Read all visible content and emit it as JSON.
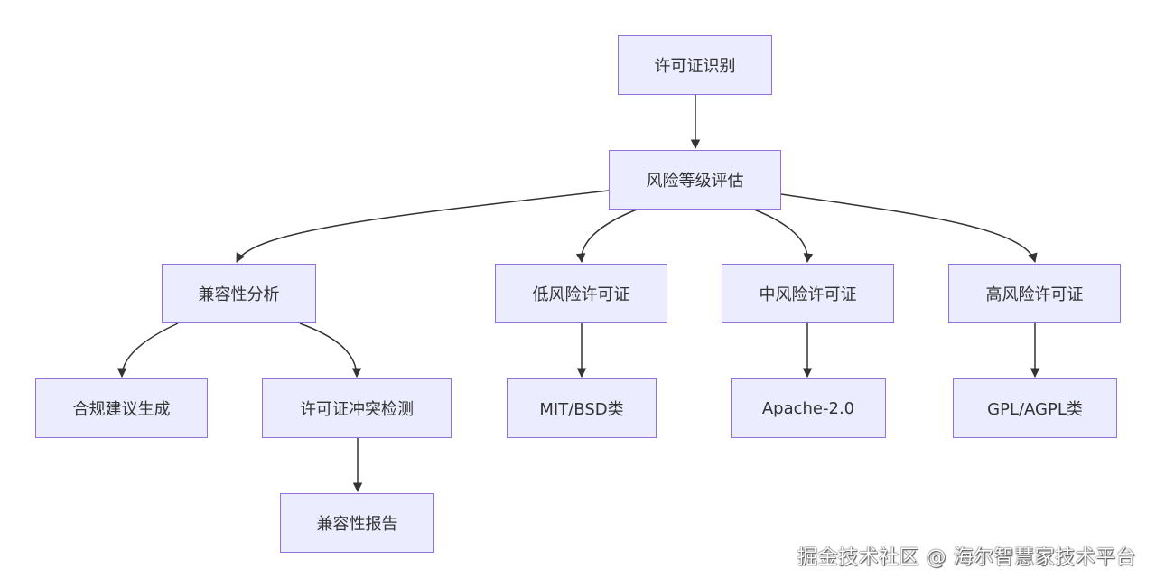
{
  "diagram": {
    "nodes": [
      {
        "id": "license_identify",
        "label": "许可证识别"
      },
      {
        "id": "risk_assess",
        "label": "风险等级评估"
      },
      {
        "id": "compat_analysis",
        "label": "兼容性分析"
      },
      {
        "id": "low_risk",
        "label": "低风险许可证"
      },
      {
        "id": "mid_risk",
        "label": "中风险许可证"
      },
      {
        "id": "high_risk",
        "label": "高风险许可证"
      },
      {
        "id": "compliance_advice",
        "label": "合规建议生成"
      },
      {
        "id": "conflict_detect",
        "label": "许可证冲突检测"
      },
      {
        "id": "mit_bsd",
        "label": "MIT/BSD类"
      },
      {
        "id": "apache",
        "label": "Apache-2.0"
      },
      {
        "id": "gpl_agpl",
        "label": "GPL/AGPL类"
      },
      {
        "id": "compat_report",
        "label": "兼容性报告"
      }
    ],
    "edges": [
      {
        "from": "license_identify",
        "to": "risk_assess"
      },
      {
        "from": "risk_assess",
        "to": "compat_analysis"
      },
      {
        "from": "risk_assess",
        "to": "low_risk"
      },
      {
        "from": "risk_assess",
        "to": "mid_risk"
      },
      {
        "from": "risk_assess",
        "to": "high_risk"
      },
      {
        "from": "compat_analysis",
        "to": "compliance_advice"
      },
      {
        "from": "compat_analysis",
        "to": "conflict_detect"
      },
      {
        "from": "low_risk",
        "to": "mit_bsd"
      },
      {
        "from": "mid_risk",
        "to": "apache"
      },
      {
        "from": "high_risk",
        "to": "gpl_agpl"
      },
      {
        "from": "conflict_detect",
        "to": "compat_report"
      }
    ]
  },
  "watermark": "掘金技术社区 @ 海尔智慧家技术平台",
  "colors": {
    "node_fill": "#ececff",
    "node_border": "#9370db",
    "edge": "#333333",
    "text": "#333333"
  }
}
